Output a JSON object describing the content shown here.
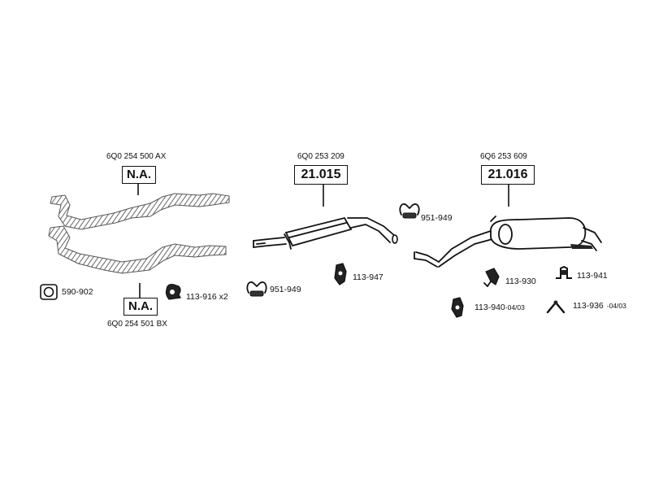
{
  "callouts": {
    "manifold_front": {
      "oe_number": "6Q0 254 500 AX",
      "box_text": "N.A."
    },
    "manifold_rear": {
      "oe_number": "6Q0 254 501 BX",
      "box_text": "N.A."
    },
    "middle_silencer": {
      "oe_number": "6Q0 253 209",
      "box_text": "21.015"
    },
    "rear_silencer": {
      "oe_number": "6Q6 253 609",
      "box_text": "21.016"
    }
  },
  "parts": {
    "gasket": "590-902",
    "mount_pair": "113-916 x2",
    "clamp_left": "951-949",
    "clamp_top": "951-949",
    "rubber_mount_middle": "113-947",
    "hanger_930": "113-930",
    "hanger_941": "113-941",
    "hanger_940": {
      "code": "113-940",
      "date": "-04/03"
    },
    "hanger_936": {
      "code": "113-936",
      "date": "-04/03"
    }
  }
}
